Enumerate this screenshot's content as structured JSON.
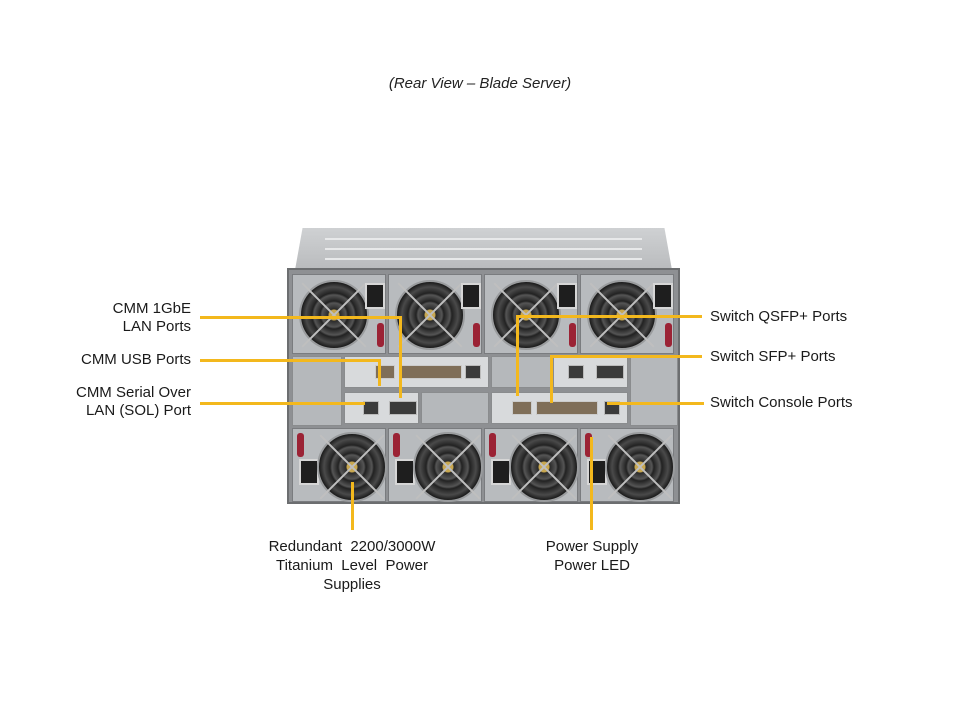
{
  "title": "(Rear View – Blade Server)",
  "accent_color": "#f3b81d",
  "callouts": {
    "left": [
      {
        "id": "cmm-lan",
        "lines": [
          "CMM 1GbE",
          "LAN Ports"
        ]
      },
      {
        "id": "cmm-usb",
        "lines": [
          "CMM USB Ports"
        ]
      },
      {
        "id": "cmm-sol",
        "lines": [
          "CMM Serial Over",
          "LAN (SOL) Port"
        ]
      }
    ],
    "right": [
      {
        "id": "switch-qsfp",
        "lines": [
          "Switch QSFP+ Ports"
        ]
      },
      {
        "id": "switch-sfp",
        "lines": [
          "Switch SFP+ Ports"
        ]
      },
      {
        "id": "switch-console",
        "lines": [
          "Switch Console Ports"
        ]
      }
    ],
    "bottom": [
      {
        "id": "psu",
        "lines": [
          "Redundant  2200/3000W",
          "Titanium  Level  Power",
          "Supplies"
        ]
      },
      {
        "id": "psu-led",
        "lines": [
          "Power Supply",
          "Power LED"
        ]
      }
    ]
  },
  "image": {
    "subject": "blade-server-rear-view"
  }
}
